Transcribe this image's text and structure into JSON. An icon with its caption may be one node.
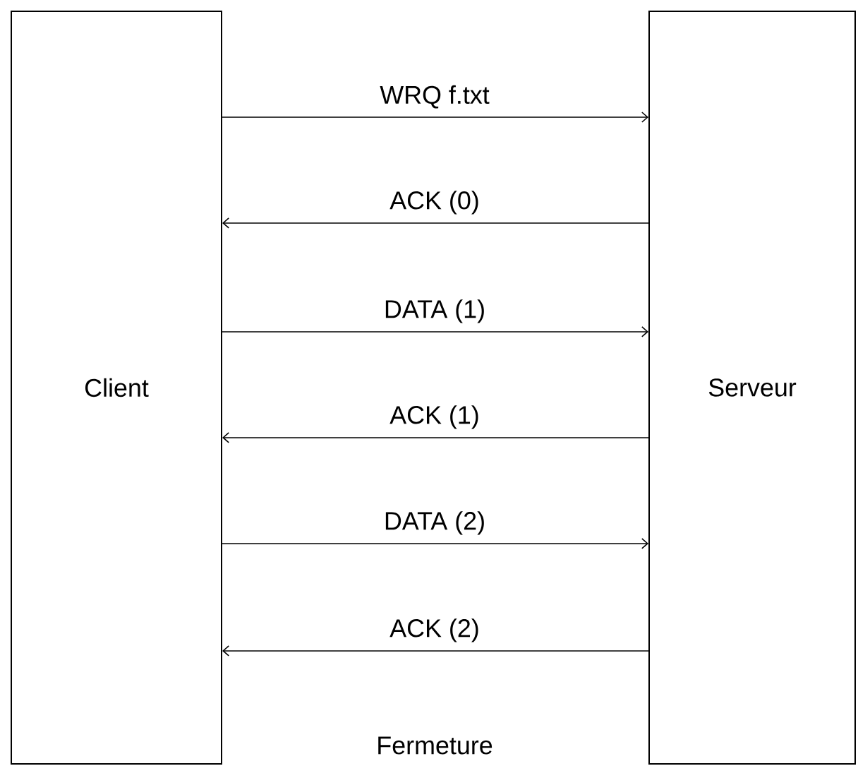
{
  "diagram": {
    "nodes": [
      {
        "text": [
          "Client"
        ]
      },
      {
        "text": [
          "Serveur"
        ]
      }
    ],
    "edges": [
      {
        "from": 0,
        "to": 1,
        "arrow": "to",
        "label": "WRQ f.txt"
      },
      {
        "from": 1,
        "to": 0,
        "arrow": "to",
        "label": "ACK (0)"
      },
      {
        "from": 0,
        "to": 1,
        "arrow": "to",
        "label": "DATA (1)"
      },
      {
        "from": 1,
        "to": 0,
        "arrow": "to",
        "label": "ACK (1)"
      },
      {
        "from": 0,
        "to": 1,
        "arrow": "to",
        "label": "DATA (2)"
      },
      {
        "from": 1,
        "to": 0,
        "arrow": "to",
        "label": "ACK (2)"
      }
    ],
    "labels": [
      "Fermeture"
    ]
  }
}
